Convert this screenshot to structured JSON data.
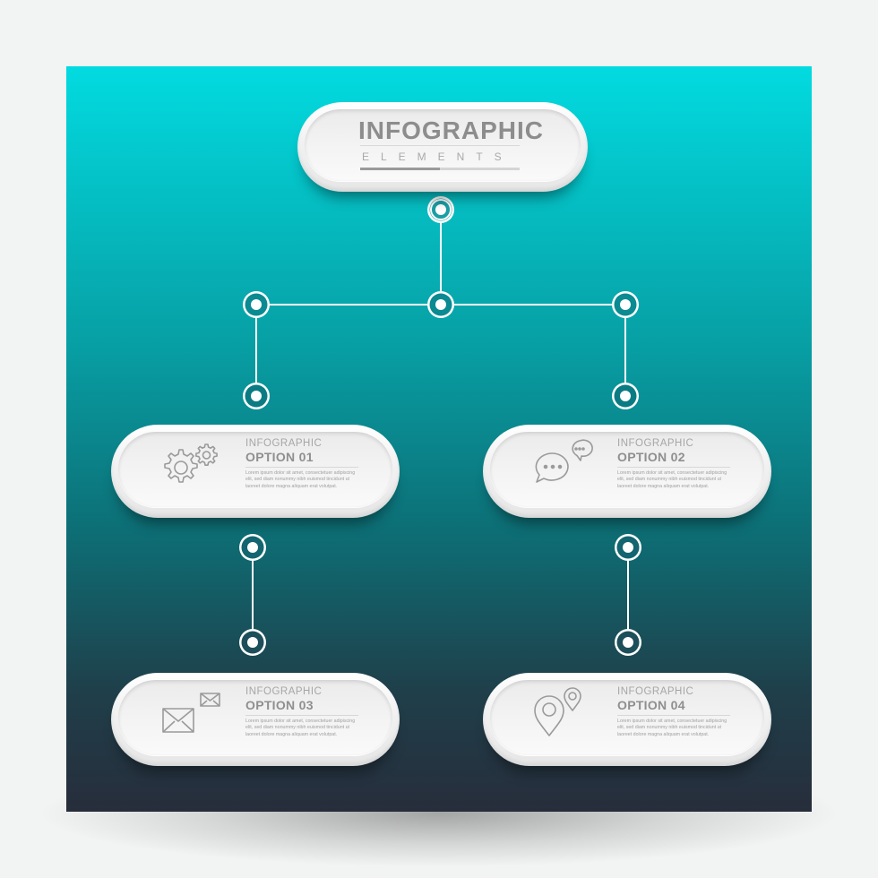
{
  "header": {
    "title": "INFOGRAPHIC",
    "subtitle": "ELEMENTS"
  },
  "options": [
    {
      "heading": "INFOGRAPHIC",
      "title": "OPTION 01",
      "body": "Lorem ipsum dolor sit amet, consectetuer adipiscing elit, sed diam nonummy nibh euismod tincidunt ut laoreet dolore magna aliquam erat volutpat.",
      "icon": "gears-icon"
    },
    {
      "heading": "INFOGRAPHIC",
      "title": "OPTION 02",
      "body": "Lorem ipsum dolor sit amet, consectetuer adipiscing elit, sed diam nonummy nibh euismod tincidunt ut laoreet dolore magna aliquam erat volutpat.",
      "icon": "chat-bubbles-icon"
    },
    {
      "heading": "INFOGRAPHIC",
      "title": "OPTION 03",
      "body": "Lorem ipsum dolor sit amet, consectetuer adipiscing elit, sed diam nonummy nibh euismod tincidunt ut laoreet dolore magna aliquam erat volutpat.",
      "icon": "envelopes-icon"
    },
    {
      "heading": "INFOGRAPHIC",
      "title": "OPTION 04",
      "body": "Lorem ipsum dolor sit amet, consectetuer adipiscing elit, sed diam nonummy nibh euismod tincidunt ut laoreet dolore magna aliquam erat volutpat.",
      "icon": "map-pins-icon"
    }
  ],
  "colors": {
    "background_top": "#02dbe0",
    "background_bottom": "#272d3b",
    "card": "#f1f1f1",
    "text": "#8f8f8f",
    "connector": "#ffffff"
  }
}
